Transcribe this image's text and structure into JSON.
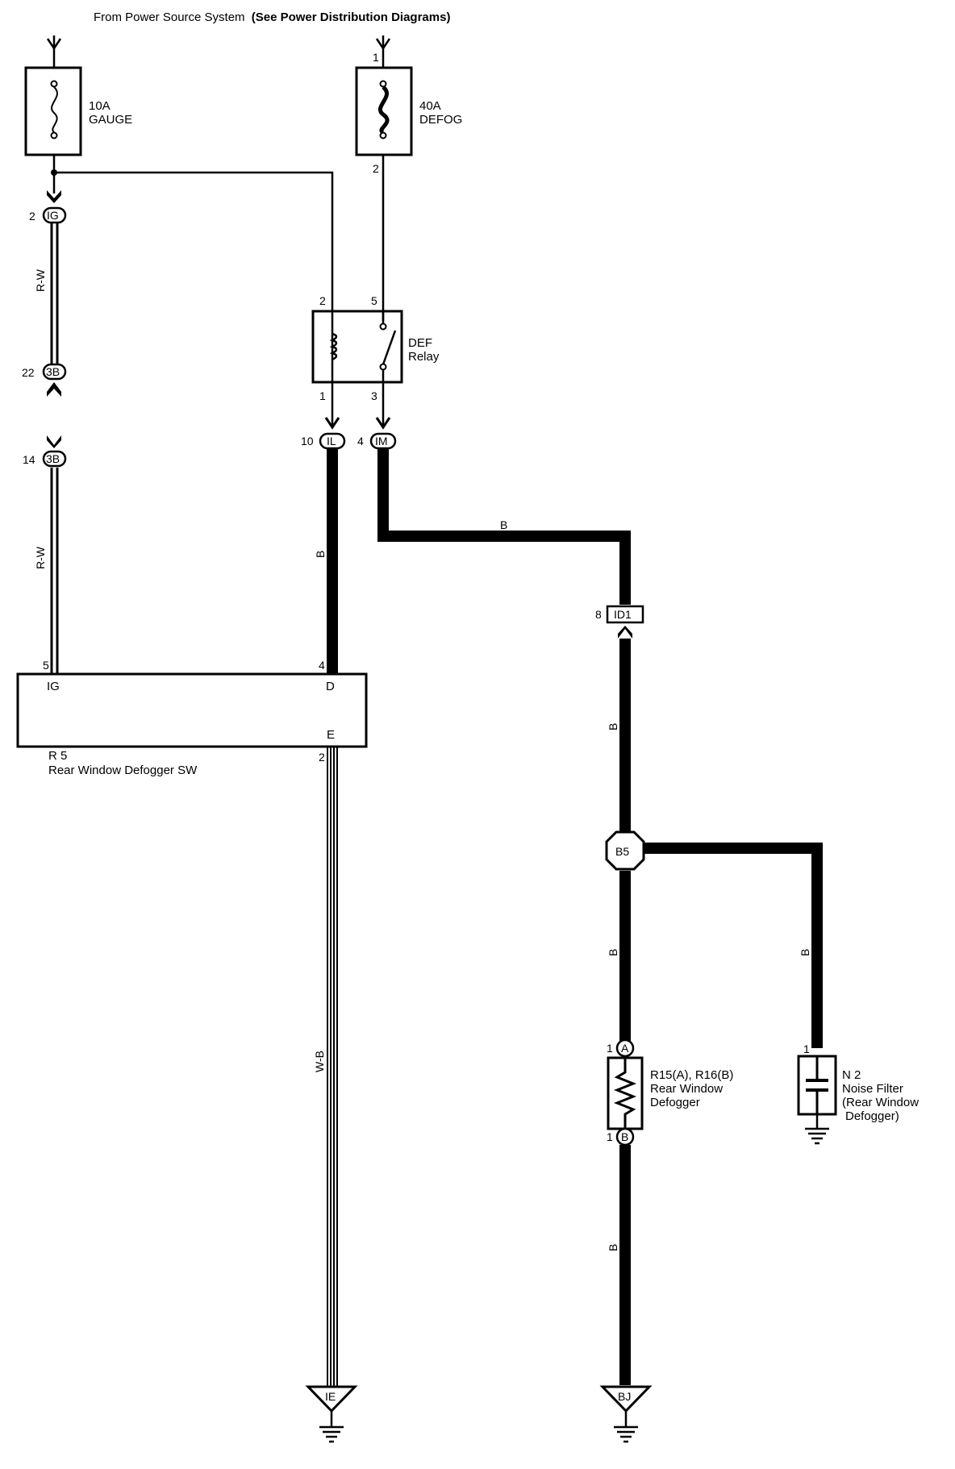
{
  "header": {
    "source_prefix": "From Power Source System",
    "source_suffix": "(See Power Distribution Diagrams)"
  },
  "fuses": {
    "gauge": {
      "rating": "10A",
      "name": "GAUGE"
    },
    "defog": {
      "rating": "40A",
      "name": "DEFOG",
      "pin_top": "1",
      "pin_bottom": "2"
    }
  },
  "connectors": {
    "ig": {
      "label": "IG",
      "pin": "2"
    },
    "b3_upper": {
      "label": "3B",
      "pin": "22"
    },
    "b3_lower": {
      "label": "3B",
      "pin": "14"
    },
    "il": {
      "label": "IL",
      "pin": "10"
    },
    "im": {
      "label": "IM",
      "pin": "4"
    },
    "id1": {
      "label": "ID1",
      "pin": "8"
    },
    "b5": {
      "label": "B5"
    }
  },
  "relay": {
    "name_line1": "DEF",
    "name_line2": "Relay",
    "pins": {
      "coil_top": "2",
      "switch_top": "5",
      "coil_bottom": "1",
      "switch_bottom": "3"
    }
  },
  "switch": {
    "id": "R 5",
    "name": "Rear Window Defogger SW",
    "pins": {
      "ig": "5",
      "d": "4",
      "e": "2"
    },
    "terminals": {
      "ig": "IG",
      "d": "D",
      "e": "E"
    }
  },
  "wires": {
    "rw_upper": "R-W",
    "rw_lower": "R-W",
    "b_il": "B",
    "b_im": "B",
    "b_id1": "B",
    "b_b5_down": "B",
    "b_b5_right": "B",
    "b_ground": "B",
    "wb": "W-B"
  },
  "defogger": {
    "id": "R15(A), R16(B)",
    "line2": "Rear Window",
    "line3": "Defogger",
    "pin_top": "1",
    "pin_bottom": "1",
    "conn_top": "A",
    "conn_bottom": "B"
  },
  "noise_filter": {
    "id": "N 2",
    "line2": "Noise Filter",
    "line3": "(Rear Window",
    "line4": "Defogger)",
    "pin": "1"
  },
  "grounds": {
    "ie": "IE",
    "bj": "BJ"
  }
}
